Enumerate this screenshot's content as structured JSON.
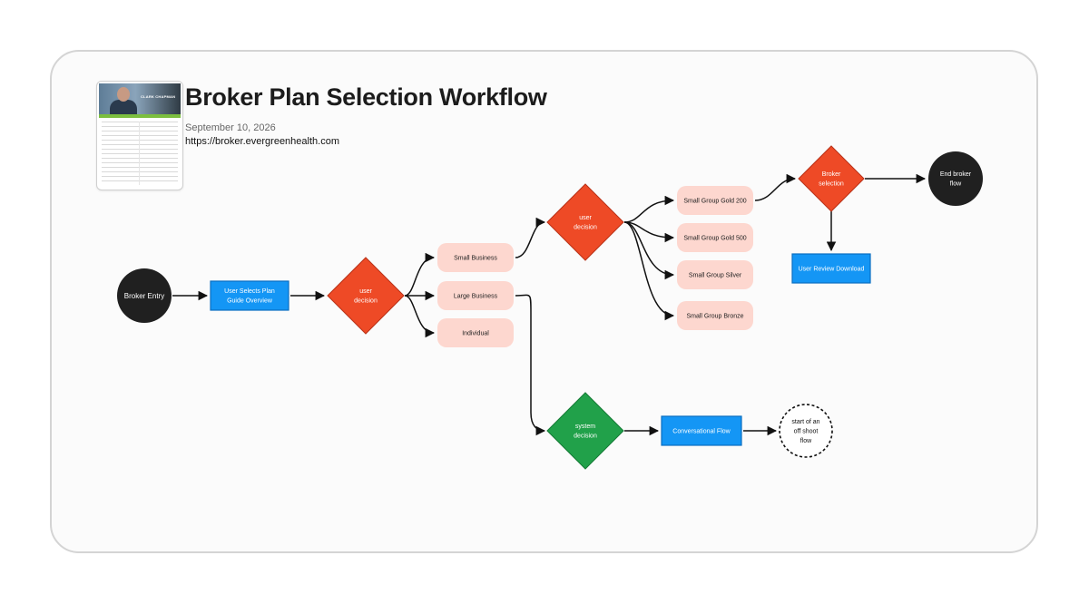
{
  "header": {
    "title": "Broker Plan Selection Workflow",
    "date": "September 10, 2026",
    "url": "https://broker.evergreenhealth.com",
    "thumbnail_name": "CLARK CHAPMAN"
  },
  "colors": {
    "terminal": "#202020",
    "process": "#1496f5",
    "decision_user": "#ee4a26",
    "decision_system": "#21a14a",
    "option": "#fdd7cf",
    "connector": "#111111"
  },
  "nodes": {
    "broker_entry": [
      "Broker Entry"
    ],
    "user_selects": [
      "User Selects Plan",
      "Guide Overview"
    ],
    "decision1": [
      "user",
      "decision"
    ],
    "small_business": [
      "Small Business"
    ],
    "large_business": [
      "Large Business"
    ],
    "individual": [
      "Individual"
    ],
    "decision2": [
      "user",
      "decision"
    ],
    "gold200": [
      "Small Group Gold 200"
    ],
    "gold500": [
      "Small Group Gold 500"
    ],
    "silver": [
      "Small Group Silver"
    ],
    "bronze": [
      "Small Group Bronze"
    ],
    "broker_selection": [
      "Broker",
      "selection"
    ],
    "end_flow": [
      "End broker",
      "flow"
    ],
    "user_review": [
      "User Review Download"
    ],
    "system_decision": [
      "system",
      "decision"
    ],
    "conversational": [
      "Conversational Flow"
    ],
    "offshoot": [
      "start of an",
      "off shoot",
      "flow"
    ]
  }
}
